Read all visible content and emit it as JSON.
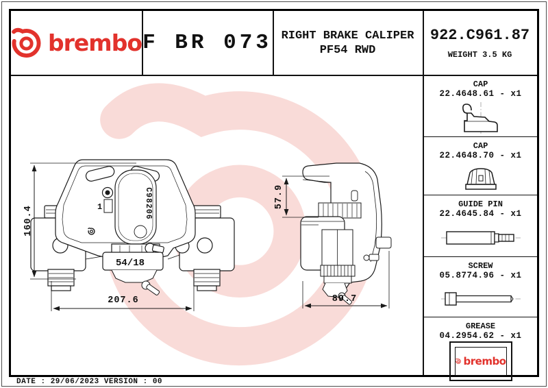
{
  "header": {
    "brand_wordmark": "brembo",
    "model_code": "F BR 073",
    "product_title_line1": "RIGHT BRAKE CALIPER",
    "product_title_line2": "PF54 RWD",
    "part_number": "922.C961.87",
    "weight_label": "WEIGHT 3.5 KG"
  },
  "parts_list": {
    "items": [
      {
        "name": "CAP",
        "part_number": "22.4648.61 - x1"
      },
      {
        "name": "CAP",
        "part_number": "22.4648.70 - x1"
      },
      {
        "name": "GUIDE PIN",
        "part_number": "22.4645.84 - x1"
      },
      {
        "name": "SCREW",
        "part_number": "05.8774.96 - x1"
      },
      {
        "name": "GREASE",
        "part_number": "04.2954.62 - x1",
        "brand_wordmark": "brembo"
      }
    ]
  },
  "drawing": {
    "front_view": {
      "overall_height": "160.4",
      "overall_width": "207.6",
      "piston_spec_label": "54/18",
      "casting_code": "C98206",
      "callout_1": "1"
    },
    "side_view": {
      "mount_depth": "57.9",
      "overall_depth": "89.7"
    }
  },
  "footer": {
    "date_version_line": "DATE : 29/06/2023 VERSION : 00"
  },
  "colors": {
    "brand_red": "#e2322c",
    "watermark_pink": "#f9dbd8",
    "line_color": "#1a1a1a"
  }
}
